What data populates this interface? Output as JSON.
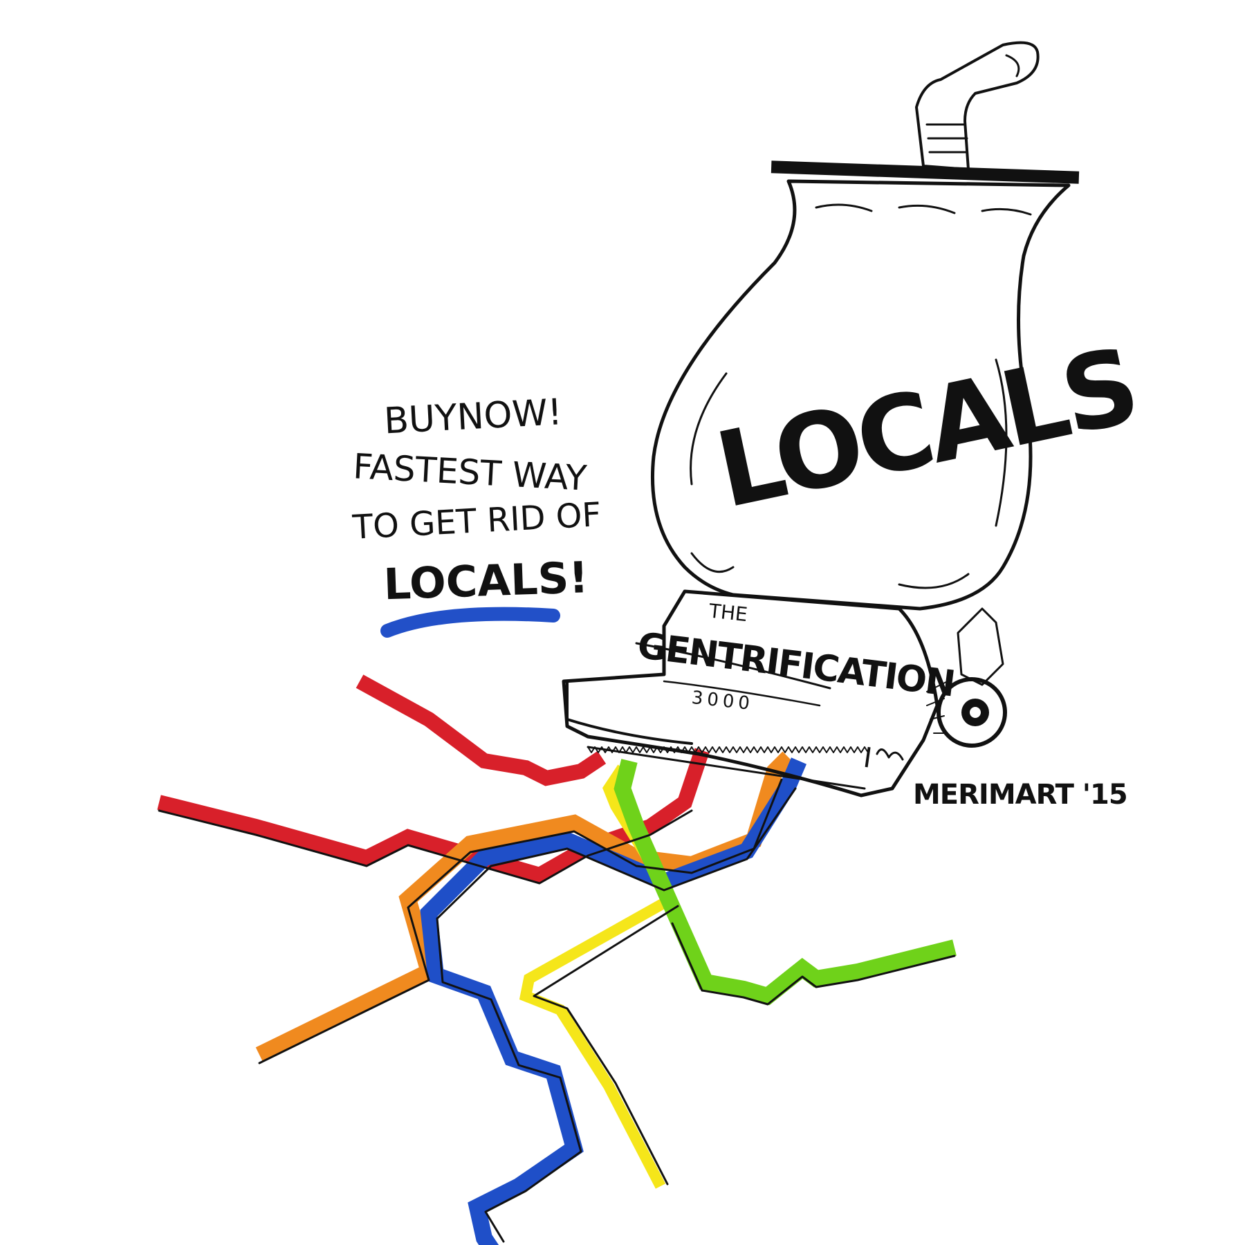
{
  "ad": {
    "line1": "BUYNOW!",
    "line2": "FASTEST WAY",
    "line3": "TO GET RID OF",
    "line4": "LOCALS!"
  },
  "bag": {
    "label": "LOCALS"
  },
  "base": {
    "the": "THE",
    "brand": "GENTRIFICATION",
    "model": "3000",
    "logo": "I"
  },
  "signature": "MERIMART '15",
  "colors": {
    "red": "#d8202a",
    "blue": "#1f4fc8",
    "orange": "#f08a1f",
    "yellow": "#f5e61a",
    "green": "#6fd21a",
    "ink": "#111111",
    "underline": "#2250c8"
  }
}
